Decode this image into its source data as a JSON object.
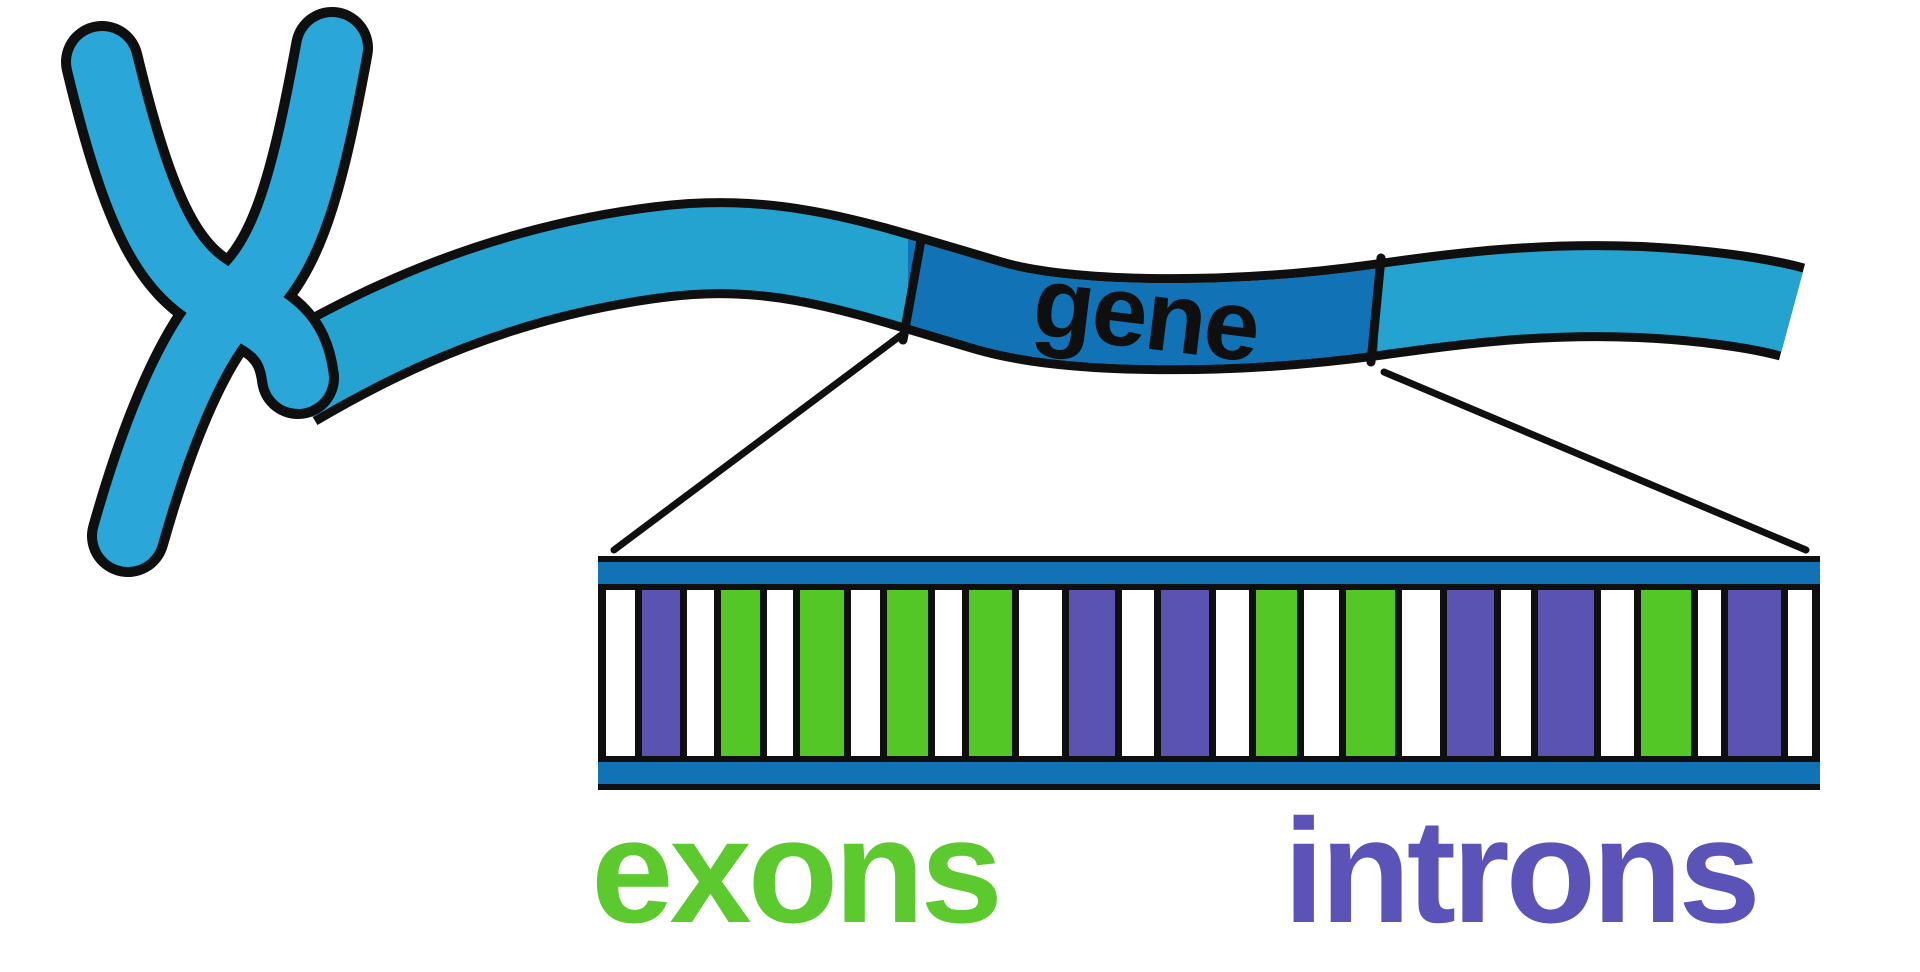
{
  "diagram": {
    "gene_label": "gene",
    "exons_label": "exons",
    "introns_label": "introns"
  },
  "colors": {
    "chromosome_blue": "#2aa7d8",
    "strand_blue": "#24a3d1",
    "gene_blue": "#1173b5",
    "rail_blue": "#1173b5",
    "exon_green": "#53c726",
    "intron_purple": "#5b53b2",
    "exons_text": "#5cc92e",
    "introns_text": "#5b53b8",
    "outline_black": "#0f0f0f"
  },
  "ladder": {
    "bars": [
      {
        "type": "gap",
        "w": 30
      },
      {
        "type": "intron",
        "w": 40
      },
      {
        "type": "gap",
        "w": 28
      },
      {
        "type": "exon",
        "w": 41
      },
      {
        "type": "gap",
        "w": 28
      },
      {
        "type": "exon",
        "w": 46
      },
      {
        "type": "gap",
        "w": 30
      },
      {
        "type": "exon",
        "w": 43
      },
      {
        "type": "gap",
        "w": 28
      },
      {
        "type": "exon",
        "w": 45
      },
      {
        "type": "gap",
        "w": 45
      },
      {
        "type": "intron",
        "w": 49
      },
      {
        "type": "gap",
        "w": 33
      },
      {
        "type": "intron",
        "w": 50
      },
      {
        "type": "gap",
        "w": 35
      },
      {
        "type": "exon",
        "w": 43
      },
      {
        "type": "gap",
        "w": 37
      },
      {
        "type": "exon",
        "w": 51
      },
      {
        "type": "gap",
        "w": 40
      },
      {
        "type": "intron",
        "w": 49
      },
      {
        "type": "gap",
        "w": 32
      },
      {
        "type": "intron",
        "w": 58
      },
      {
        "type": "gap",
        "w": 35
      },
      {
        "type": "exon",
        "w": 52
      },
      {
        "type": "gap",
        "w": 24
      },
      {
        "type": "intron",
        "w": 56
      },
      {
        "type": "gap",
        "w": 25
      }
    ]
  }
}
